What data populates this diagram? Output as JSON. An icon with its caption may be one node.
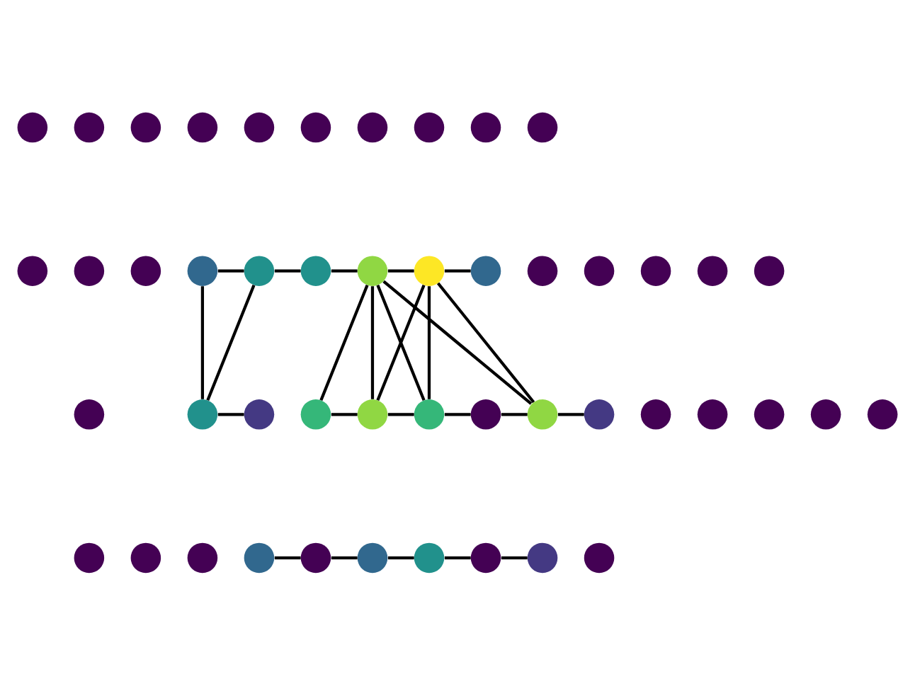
{
  "diagram": {
    "nodes": [
      {
        "text": [],
        "shape": "circle"
      },
      {
        "text": [],
        "shape": "circle"
      },
      {
        "text": [],
        "shape": "circle"
      },
      {
        "text": [],
        "shape": "circle"
      },
      {
        "text": [],
        "shape": "circle"
      },
      {
        "text": [],
        "shape": "circle"
      },
      {
        "text": [],
        "shape": "circle"
      },
      {
        "text": [],
        "shape": "circle"
      },
      {
        "text": [],
        "shape": "circle"
      },
      {
        "text": [],
        "shape": "circle"
      },
      {
        "text": [],
        "shape": "circle"
      },
      {
        "text": [],
        "shape": "circle"
      },
      {
        "text": [],
        "shape": "circle"
      },
      {
        "text": [],
        "shape": "circle"
      },
      {
        "text": [],
        "shape": "circle"
      },
      {
        "text": [],
        "shape": "circle"
      },
      {
        "text": [],
        "shape": "circle"
      },
      {
        "text": [],
        "shape": "circle"
      },
      {
        "text": [],
        "shape": "circle"
      },
      {
        "text": [],
        "shape": "circle"
      },
      {
        "text": [],
        "shape": "circle"
      },
      {
        "text": [],
        "shape": "circle"
      },
      {
        "text": [],
        "shape": "circle"
      },
      {
        "text": [],
        "shape": "circle"
      },
      {
        "text": [],
        "shape": "circle"
      },
      {
        "text": [],
        "shape": "circle"
      },
      {
        "text": [],
        "shape": "circle"
      },
      {
        "text": [],
        "shape": "circle"
      },
      {
        "text": [],
        "shape": "circle"
      },
      {
        "text": [],
        "shape": "circle"
      },
      {
        "text": [],
        "shape": "circle"
      },
      {
        "text": [],
        "shape": "circle"
      },
      {
        "text": [],
        "shape": "circle"
      },
      {
        "text": [],
        "shape": "circle"
      },
      {
        "text": [],
        "shape": "circle"
      },
      {
        "text": [],
        "shape": "circle"
      },
      {
        "text": [],
        "shape": "circle"
      },
      {
        "text": [],
        "shape": "circle"
      },
      {
        "text": [],
        "shape": "circle"
      },
      {
        "text": [],
        "shape": "circle"
      },
      {
        "text": [],
        "shape": "circle"
      },
      {
        "text": [],
        "shape": "circle"
      },
      {
        "text": [],
        "shape": "circle"
      },
      {
        "text": [],
        "shape": "circle"
      },
      {
        "text": [],
        "shape": "circle"
      },
      {
        "text": [],
        "shape": "circle"
      },
      {
        "text": [],
        "shape": "circle"
      },
      {
        "text": [],
        "shape": "circle"
      }
    ],
    "edges": [
      {
        "from": 13,
        "to": 14,
        "arrow": "none"
      },
      {
        "from": 14,
        "to": 15,
        "arrow": "none"
      },
      {
        "from": 15,
        "to": 16,
        "arrow": "none"
      },
      {
        "from": 16,
        "to": 17,
        "arrow": "none"
      },
      {
        "from": 17,
        "to": 18,
        "arrow": "none"
      },
      {
        "from": 13,
        "to": 27,
        "arrow": "none"
      },
      {
        "from": 14,
        "to": 27,
        "arrow": "none"
      },
      {
        "from": 16,
        "to": 29,
        "arrow": "none"
      },
      {
        "from": 16,
        "to": 30,
        "arrow": "none"
      },
      {
        "from": 16,
        "to": 31,
        "arrow": "none"
      },
      {
        "from": 16,
        "to": 33,
        "arrow": "none"
      },
      {
        "from": 17,
        "to": 30,
        "arrow": "none"
      },
      {
        "from": 17,
        "to": 31,
        "arrow": "none"
      },
      {
        "from": 17,
        "to": 33,
        "arrow": "none"
      },
      {
        "from": 27,
        "to": 28,
        "arrow": "none"
      },
      {
        "from": 29,
        "to": 30,
        "arrow": "none"
      },
      {
        "from": 30,
        "to": 31,
        "arrow": "none"
      },
      {
        "from": 31,
        "to": 32,
        "arrow": "none"
      },
      {
        "from": 32,
        "to": 33,
        "arrow": "none"
      },
      {
        "from": 33,
        "to": 34,
        "arrow": "none"
      },
      {
        "from": 41,
        "to": 42,
        "arrow": "none"
      },
      {
        "from": 42,
        "to": 43,
        "arrow": "none"
      },
      {
        "from": 43,
        "to": 44,
        "arrow": "none"
      },
      {
        "from": 44,
        "to": 45,
        "arrow": "none"
      },
      {
        "from": 45,
        "to": 46,
        "arrow": "none"
      }
    ]
  }
}
